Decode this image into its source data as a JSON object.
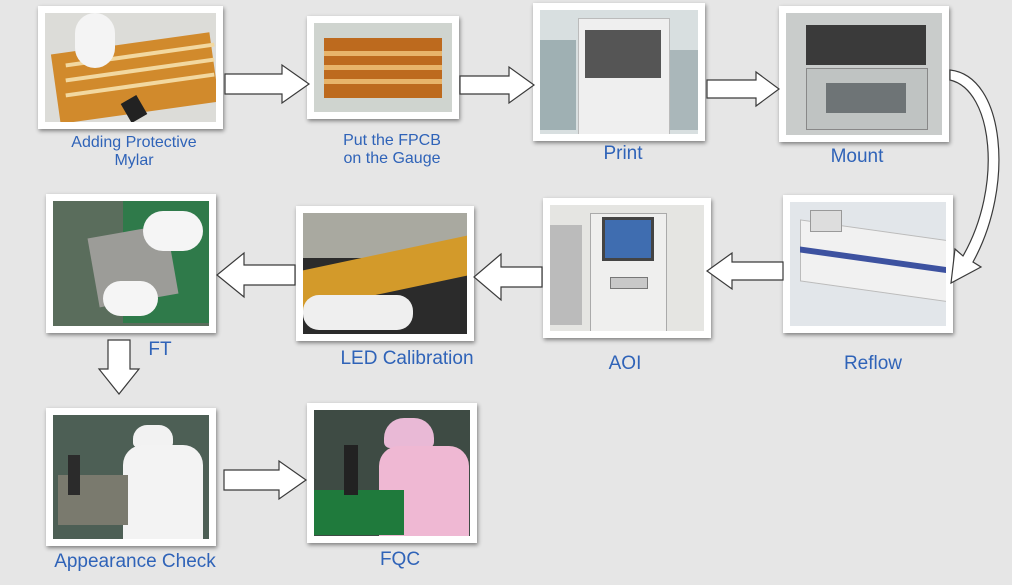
{
  "steps": [
    {
      "id": "adding-protective-mylar",
      "label": "Adding Protective\nMylar"
    },
    {
      "id": "put-fpcb-on-gauge",
      "label": "Put the FPCB\non the Gauge"
    },
    {
      "id": "print",
      "label": "Print"
    },
    {
      "id": "mount",
      "label": "Mount"
    },
    {
      "id": "reflow",
      "label": "Reflow"
    },
    {
      "id": "aoi",
      "label": "AOI"
    },
    {
      "id": "led-calibration",
      "label": "LED Calibration"
    },
    {
      "id": "ft",
      "label": "FT"
    },
    {
      "id": "appearance-check",
      "label": "Appearance Check"
    },
    {
      "id": "fqc",
      "label": "FQC"
    }
  ],
  "colors": {
    "caption": "#2f63b8",
    "background": "#e6e6e6",
    "arrow_fill": "#ffffff",
    "arrow_stroke": "#3a3a3a"
  }
}
